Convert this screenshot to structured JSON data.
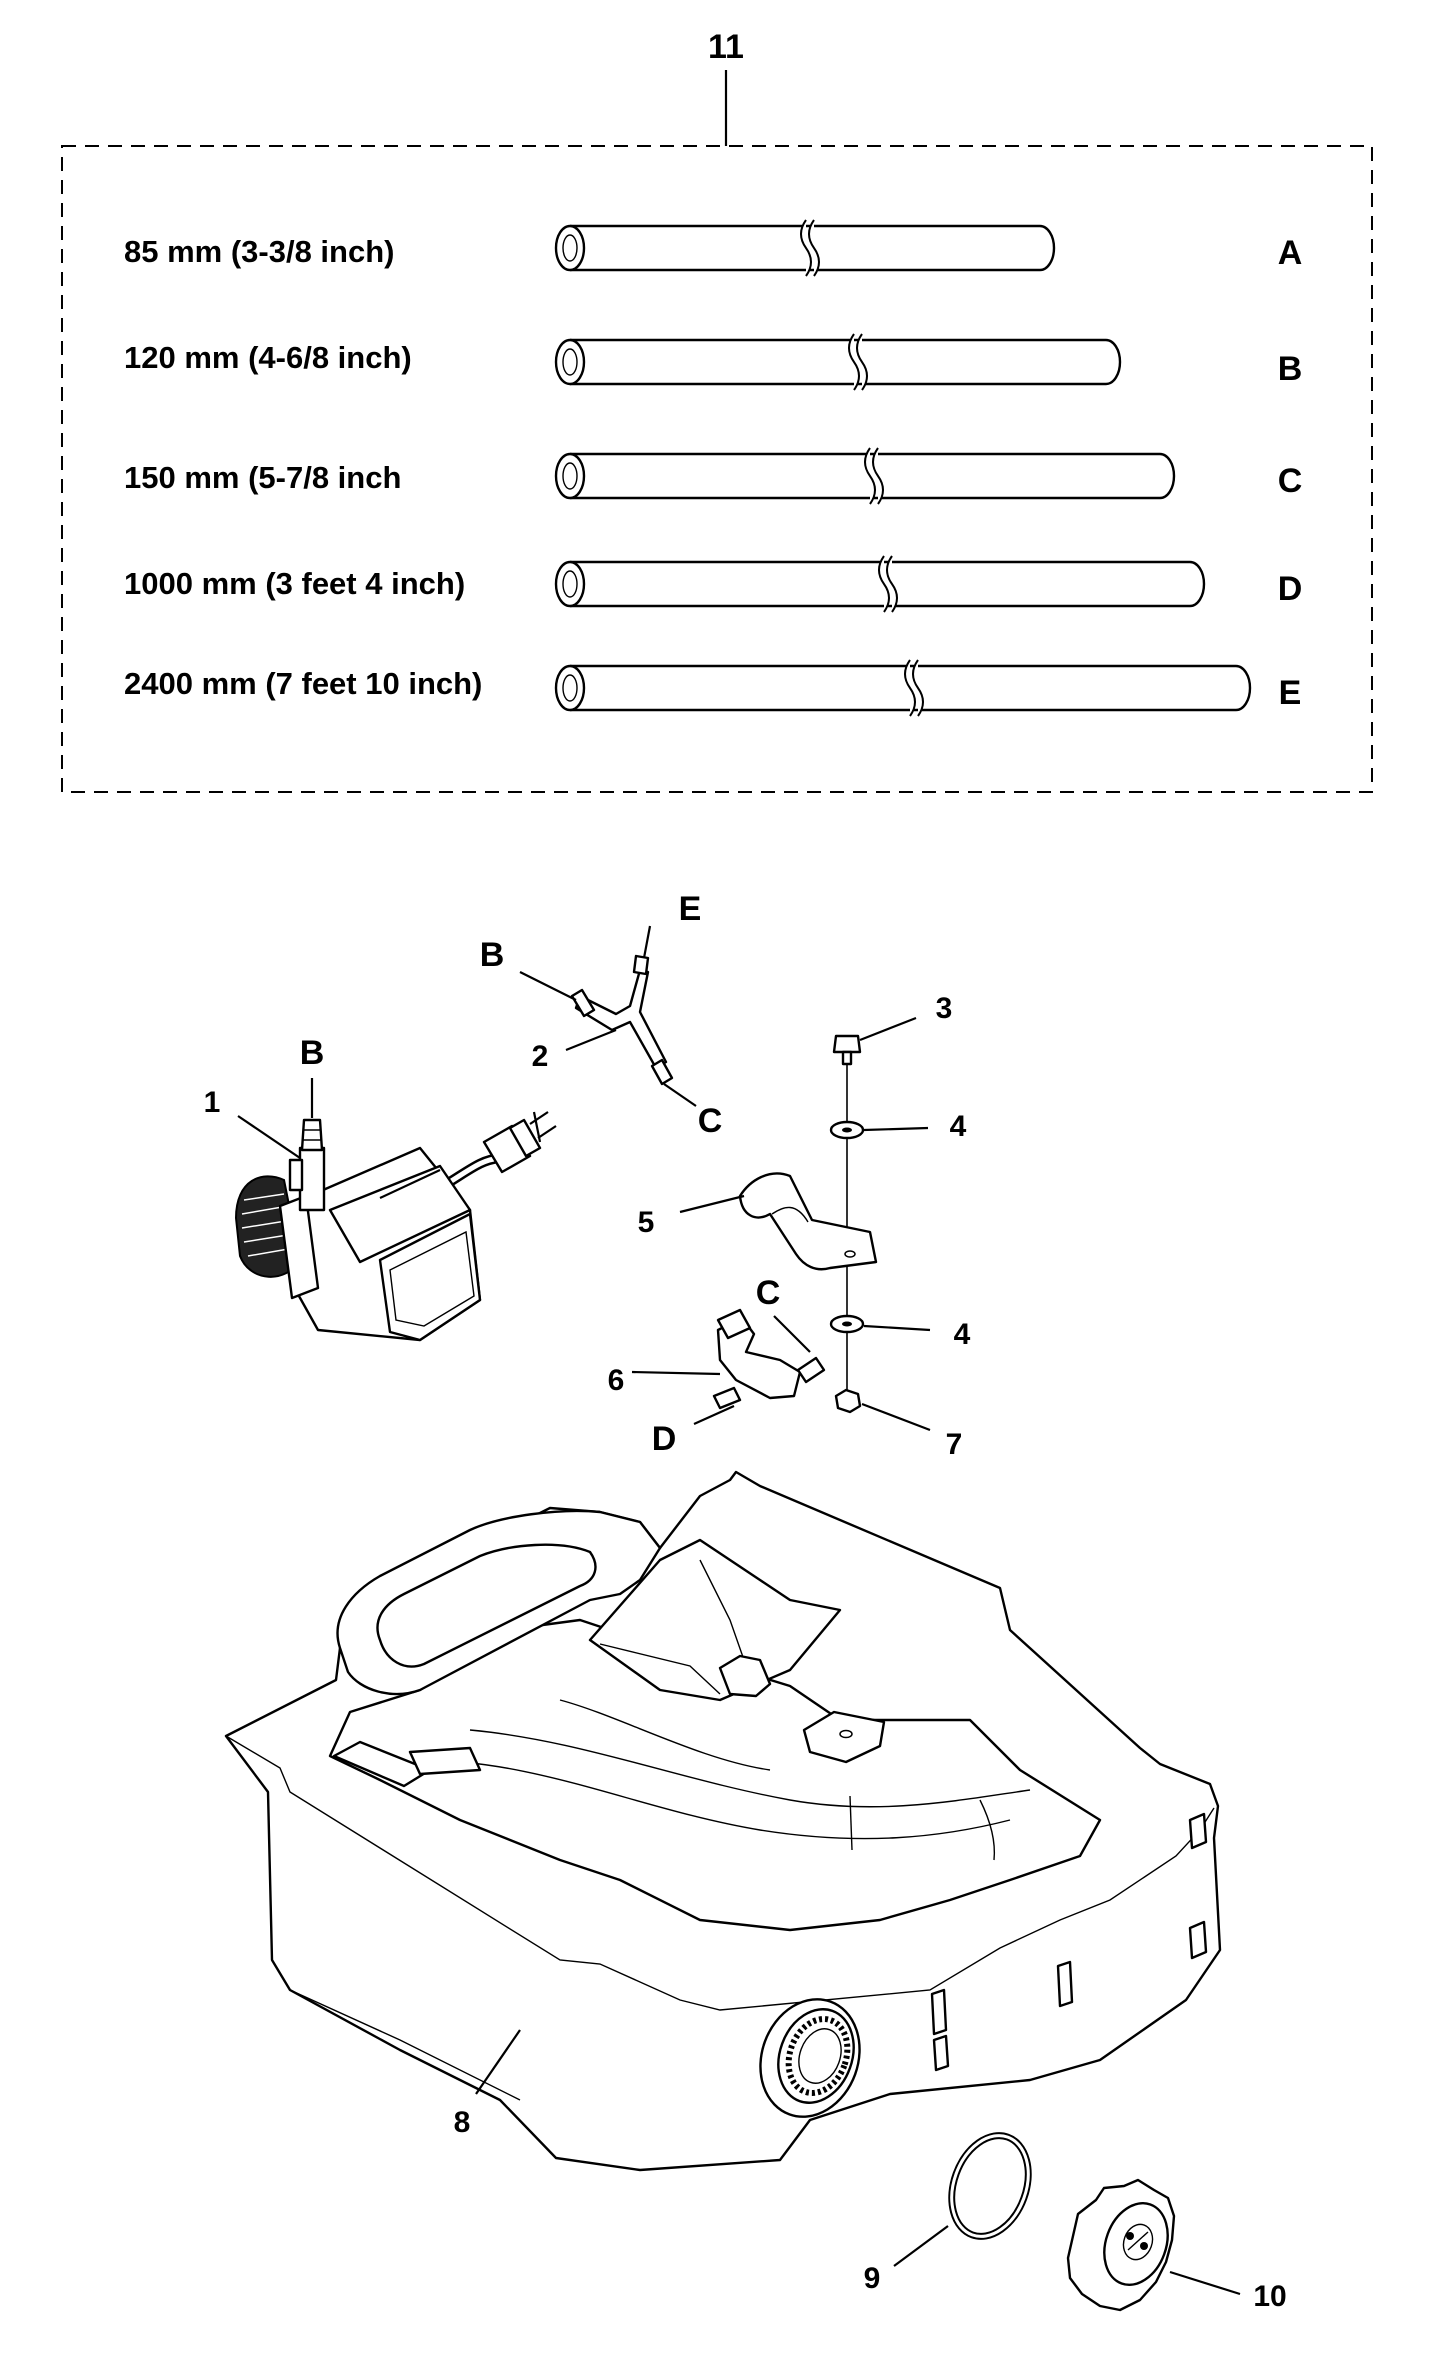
{
  "kit": {
    "callout": "11",
    "hoses": [
      {
        "length": "85 mm (3-3/8 inch)",
        "letter": "A"
      },
      {
        "length": "120 mm (4-6/8 inch)",
        "letter": "B"
      },
      {
        "length": "150 mm (5-7/8 inch",
        "letter": "C"
      },
      {
        "length": "1000 mm (3 feet 4 inch)",
        "letter": "D"
      },
      {
        "length": "2400 mm (7 feet 10 inch)",
        "letter": "E"
      }
    ]
  },
  "callouts": {
    "pump": "1",
    "y_connector": "2",
    "bolt": "3",
    "washer_top": "4",
    "bracket": "5",
    "valve": "6",
    "washer_bottom": "4",
    "nut": "7",
    "tank": "8",
    "seal_ring": "9",
    "cap": "10"
  },
  "hose_ends": {
    "pump_outlet": "B",
    "y_left": "B",
    "y_top": "E",
    "y_bottom": "C",
    "valve_top": "C",
    "valve_bottom": "D"
  }
}
